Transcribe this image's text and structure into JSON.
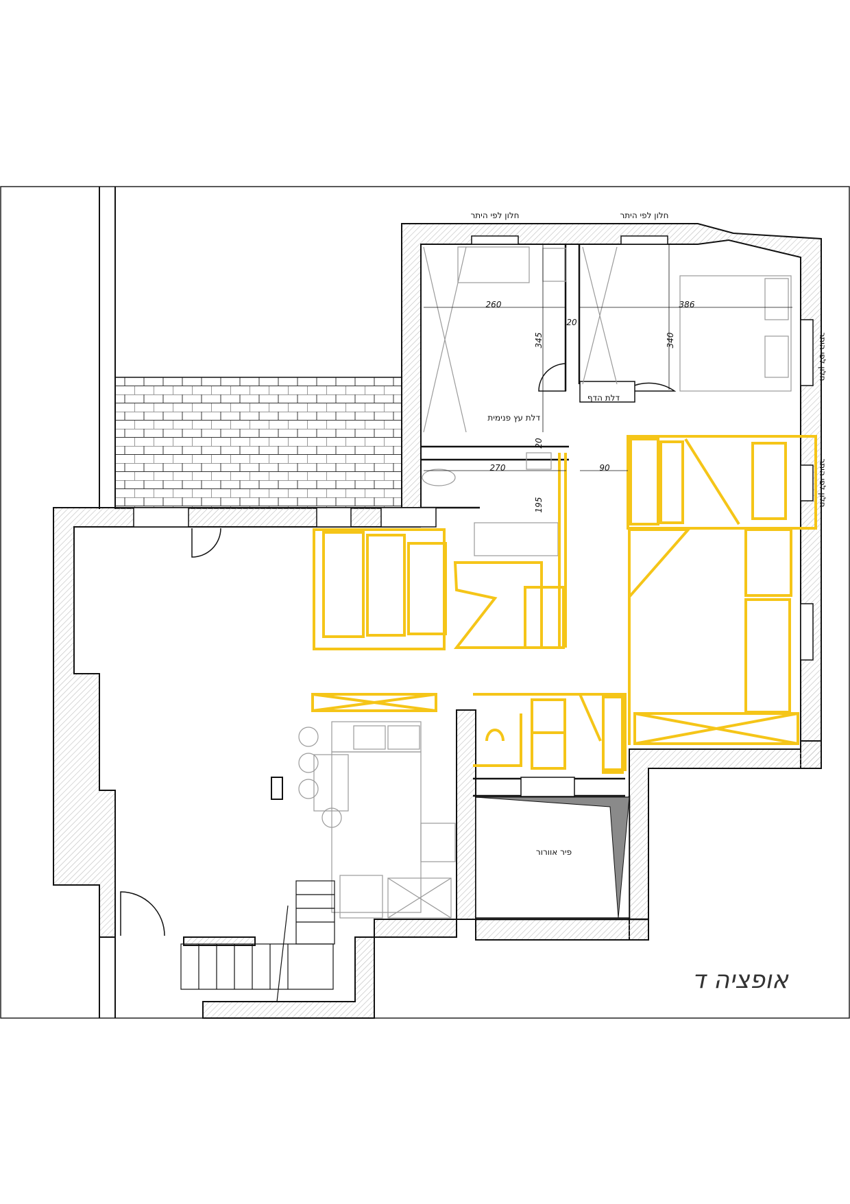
{
  "plan": {
    "title": "אופציה ד",
    "labels": {
      "window_rule_1": "חלון לפי היתר",
      "window_rule_2": "חלון לפי היתר",
      "window_rule_3": "חלון לפי היתר",
      "window_rule_4": "חלון לפי היתר",
      "inner_wood_door": "דלת עץ פנימית",
      "shield_door": "דלת הדף",
      "air_pit": "פיר אוורור"
    },
    "dimensions": {
      "d260": "260",
      "d386": "386",
      "d345": "345",
      "d340": "340",
      "d20a": "20",
      "d20b": "20",
      "d270": "270",
      "d90": "90",
      "d195": "195"
    },
    "colors": {
      "wall": "#111111",
      "hatch": "#bdbdbd",
      "markup": "#f5c518",
      "furniture": "#9a9a9a"
    }
  }
}
